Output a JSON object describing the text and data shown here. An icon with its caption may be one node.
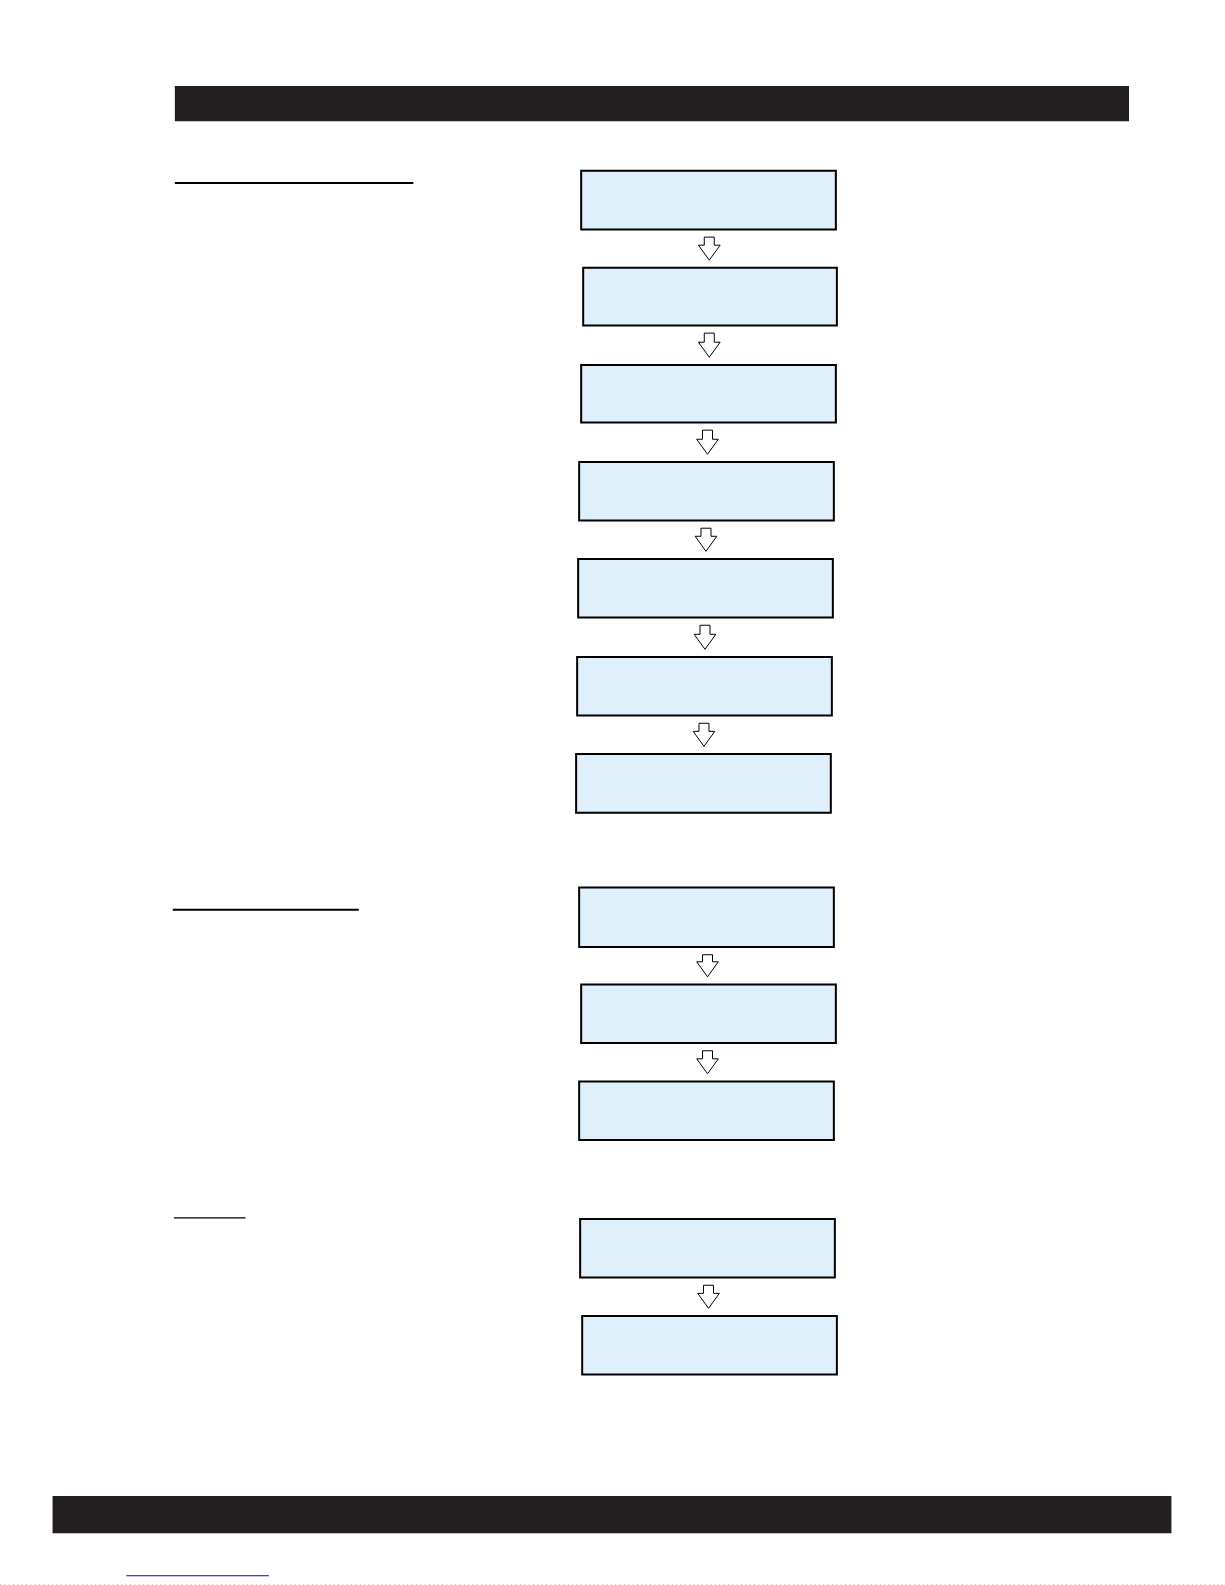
{
  "diagram": {
    "nodes": [
      {
        "text": [],
        "shape": "box"
      },
      {
        "text": [],
        "shape": "box"
      },
      {
        "text": [],
        "shape": "box"
      },
      {
        "text": [],
        "shape": "box"
      },
      {
        "text": [],
        "shape": "box"
      },
      {
        "text": [],
        "shape": "box"
      },
      {
        "text": [],
        "shape": "box"
      },
      {
        "text": [],
        "shape": "box"
      },
      {
        "text": [],
        "shape": "box"
      },
      {
        "text": [],
        "shape": "box"
      },
      {
        "text": [],
        "shape": "box"
      },
      {
        "text": [],
        "shape": "box"
      }
    ],
    "edges": [
      {
        "from": 0,
        "to": 1,
        "arrow": "to"
      },
      {
        "from": 1,
        "to": 2,
        "arrow": "to"
      },
      {
        "from": 2,
        "to": 3,
        "arrow": "to"
      },
      {
        "from": 3,
        "to": 4,
        "arrow": "to"
      },
      {
        "from": 4,
        "to": 5,
        "arrow": "to"
      },
      {
        "from": 5,
        "to": 6,
        "arrow": "to"
      },
      {
        "from": 7,
        "to": 8,
        "arrow": "to"
      },
      {
        "from": 8,
        "to": 9,
        "arrow": "to"
      },
      {
        "from": 10,
        "to": 11,
        "arrow": "to"
      }
    ]
  }
}
